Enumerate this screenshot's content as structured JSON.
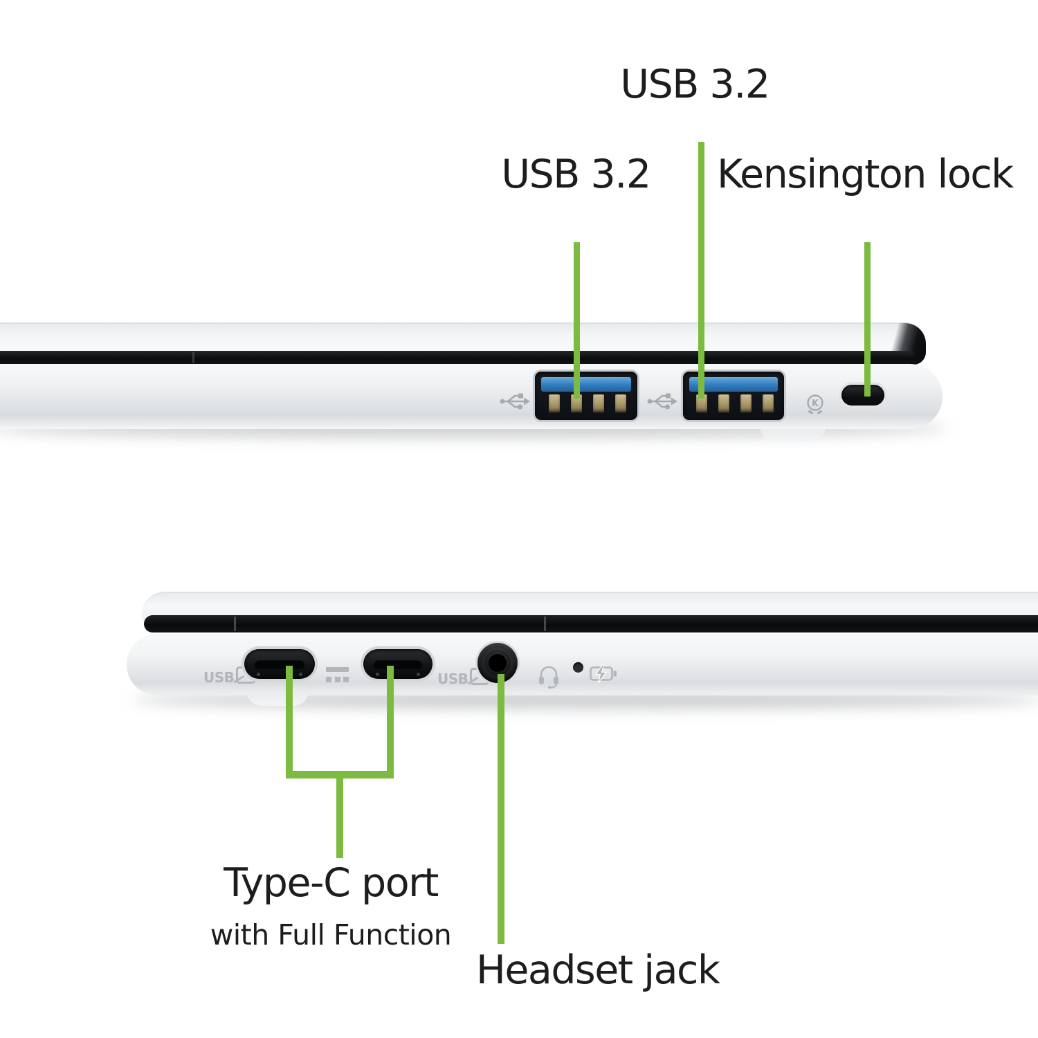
{
  "colors": {
    "accent_green": "#7CBB40",
    "label_text": "#1d1d1b",
    "usb_port_blue": "#2f7cbe",
    "laptop_body": "#eef0f2",
    "hinge_black": "#101214",
    "marking_gray": "#b2b6ba"
  },
  "top_view": {
    "view_name": "right-side",
    "labels": {
      "usb_top": "USB 3.2",
      "usb_left": "USB 3.2",
      "kensington": "Kensington lock"
    },
    "icons": [
      "usb-trident-icon",
      "usb-trident-icon",
      "kensington-k-lock-icon"
    ]
  },
  "bottom_view": {
    "view_name": "left-side",
    "labels": {
      "type_c_title": "Type-C port",
      "type_c_subtitle": "with Full Function",
      "headset": "Headset jack"
    },
    "markings": {
      "usb_logo_left": "USB",
      "usb_logo_right": "USB"
    },
    "icons": [
      "usb-logo-icon",
      "power-delivery-icon",
      "usb-logo-icon",
      "headset-icon",
      "led-indicator-hole",
      "battery-charge-icon"
    ]
  }
}
